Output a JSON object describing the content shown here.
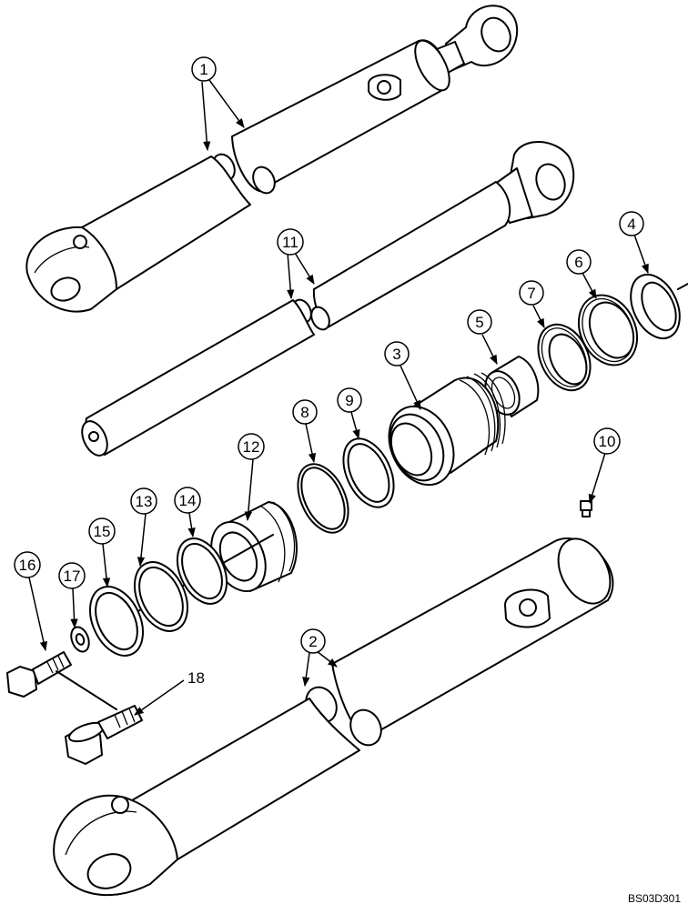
{
  "drawing_id": "BS03D301",
  "callouts": {
    "c1": "1",
    "c2": "2",
    "c3": "3",
    "c4": "4",
    "c5": "5",
    "c6": "6",
    "c7": "7",
    "c8": "8",
    "c9": "9",
    "c10": "10",
    "c11": "11",
    "c12": "12",
    "c13": "13",
    "c14": "14",
    "c15": "15",
    "c16": "16",
    "c17": "17",
    "c18": "18"
  }
}
